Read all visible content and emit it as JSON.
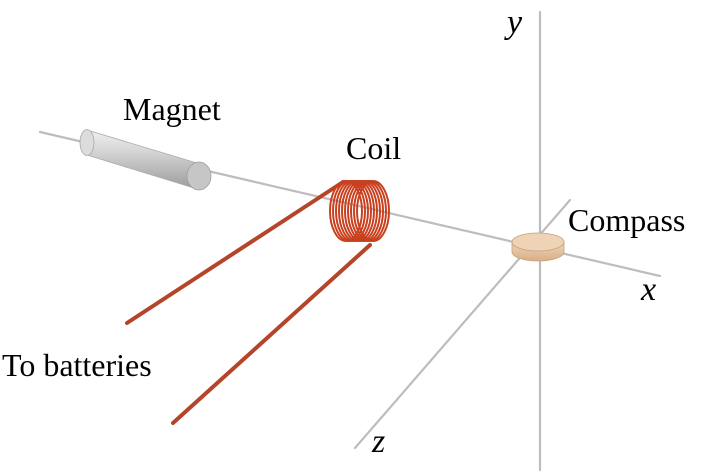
{
  "labels": {
    "magnet": "Magnet",
    "coil": "Coil",
    "compass": "Compass",
    "batteries": "To batteries"
  },
  "axes": {
    "x": "x",
    "y": "y",
    "z": "z"
  },
  "colors": {
    "axis": "#bdbdbd",
    "magnet": "#c4c4c4",
    "coil": "#c9401f",
    "wire": "#b5452a",
    "compass": "#e6c2a0"
  }
}
